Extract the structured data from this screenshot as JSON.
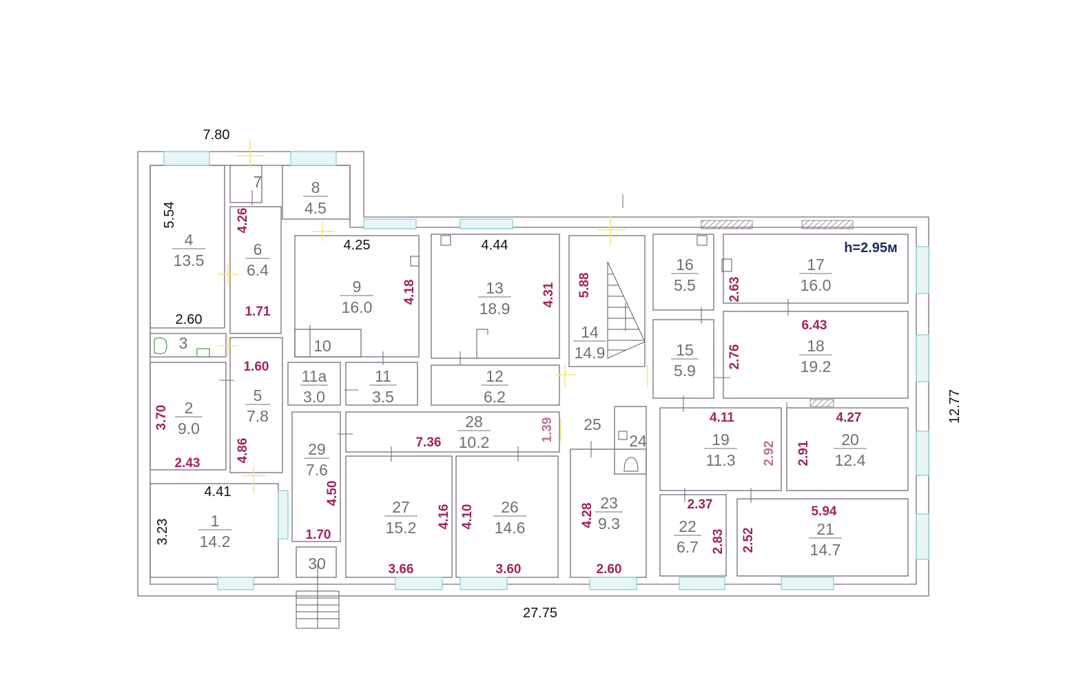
{
  "plan": {
    "height_note": "h=2.95м",
    "overall": {
      "width_top_left": "7.80",
      "width_bottom": "27.75",
      "depth_right": "12.77"
    },
    "rooms": [
      {
        "id": "1",
        "area": "14.2"
      },
      {
        "id": "2",
        "area": "9.0"
      },
      {
        "id": "3",
        "area": ""
      },
      {
        "id": "4",
        "area": "13.5"
      },
      {
        "id": "5",
        "area": "7.8"
      },
      {
        "id": "6",
        "area": "6.4"
      },
      {
        "id": "7",
        "area": ""
      },
      {
        "id": "8",
        "area": "4.5"
      },
      {
        "id": "9",
        "area": "16.0"
      },
      {
        "id": "10",
        "area": ""
      },
      {
        "id": "11a",
        "area": "3.0"
      },
      {
        "id": "11",
        "area": "3.5"
      },
      {
        "id": "12",
        "area": "6.2"
      },
      {
        "id": "13",
        "area": "18.9"
      },
      {
        "id": "14",
        "area": "14.9"
      },
      {
        "id": "15",
        "area": "5.9"
      },
      {
        "id": "16",
        "area": "5.5"
      },
      {
        "id": "17",
        "area": "16.0"
      },
      {
        "id": "18",
        "area": "19.2"
      },
      {
        "id": "19",
        "area": "11.3"
      },
      {
        "id": "20",
        "area": "12.4"
      },
      {
        "id": "21",
        "area": "14.7"
      },
      {
        "id": "22",
        "area": "6.7"
      },
      {
        "id": "23",
        "area": "9.3"
      },
      {
        "id": "24",
        "area": ""
      },
      {
        "id": "25",
        "area": ""
      },
      {
        "id": "26",
        "area": "14.6"
      },
      {
        "id": "27",
        "area": "15.2"
      },
      {
        "id": "28",
        "area": "10.2"
      },
      {
        "id": "29",
        "area": "7.6"
      },
      {
        "id": "30",
        "area": ""
      }
    ],
    "dims_dark": [
      "5.54",
      "2.60",
      "4.41",
      "3.23",
      "4.25",
      "4.44"
    ],
    "dims_red": [
      "4.26",
      "1.71",
      "1.60",
      "3.70",
      "2.43",
      "4.86",
      "4.18",
      "4.31",
      "5.88",
      "2.63",
      "6.43",
      "2.76",
      "4.11",
      "4.27",
      "2.92",
      "2.91",
      "2.37",
      "5.94",
      "2.83",
      "2.52",
      "4.28",
      "2.60",
      "4.16",
      "4.10",
      "3.66",
      "3.60",
      "7.36",
      "1.39",
      "4.50",
      "1.70"
    ]
  },
  "colors": {
    "wall": "#7a6a7c",
    "window": "#7fc8c8",
    "door": "#f2e680",
    "dim_red": "#a0245c",
    "dim_dark": "#101010",
    "label": "#707070"
  }
}
